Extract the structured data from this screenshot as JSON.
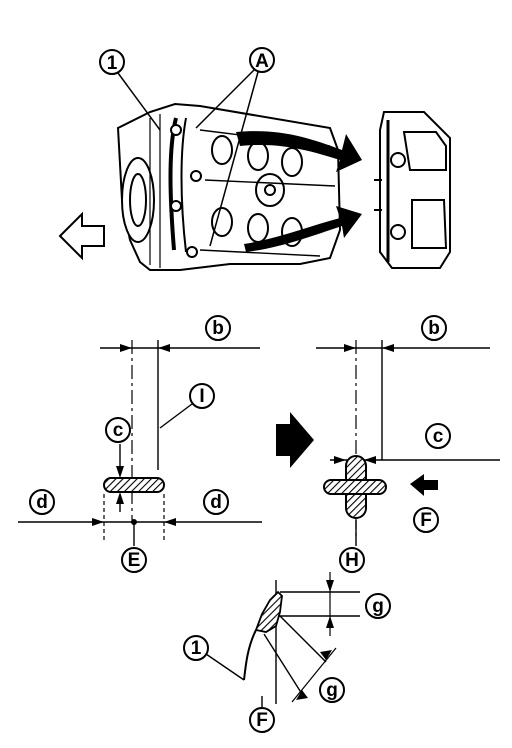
{
  "callouts": {
    "part_1": "1",
    "a": "A",
    "b": "b",
    "c": "c",
    "d": "d",
    "e": "E",
    "f": "F",
    "g": "g",
    "h": "H",
    "i": "I"
  },
  "icons": {
    "front_arrow": "outline-arrow-left-icon",
    "flow_arrows": "black-curved-arrow-icon",
    "direction_arrows": "black-solid-arrow-icon"
  },
  "colors": {
    "ink": "#000000",
    "paper": "#ffffff"
  }
}
